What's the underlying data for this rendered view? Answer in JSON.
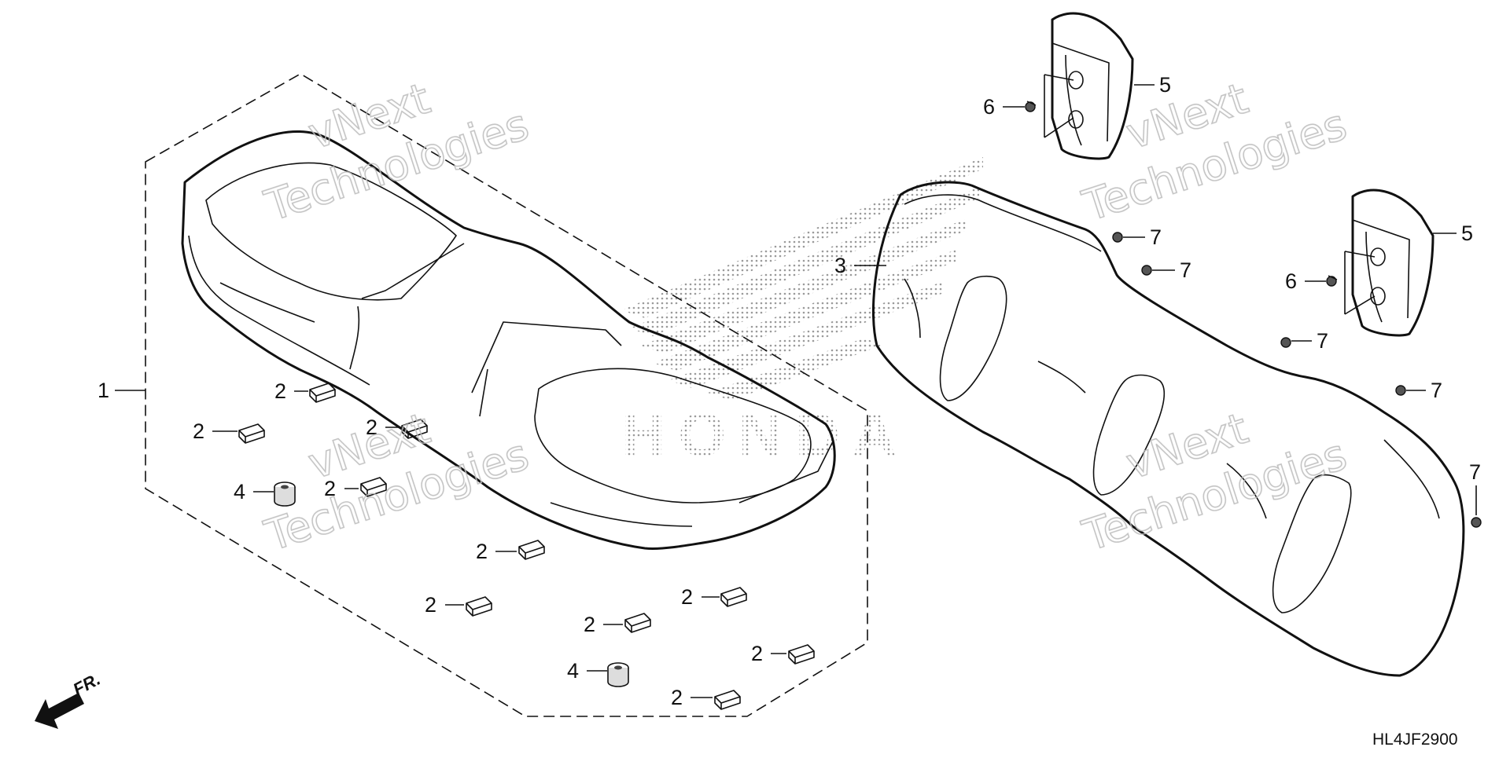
{
  "diagram_code": "HL4JF2900",
  "direction_label": "FR.",
  "watermark": {
    "line1": "vNext",
    "line2": "Technologies"
  },
  "background_logo_text": "HONDA",
  "callouts": [
    {
      "id": "c1",
      "label": "1"
    },
    {
      "id": "c2a",
      "label": "2"
    },
    {
      "id": "c2b",
      "label": "2"
    },
    {
      "id": "c2c",
      "label": "2"
    },
    {
      "id": "c2d",
      "label": "2"
    },
    {
      "id": "c2e",
      "label": "2"
    },
    {
      "id": "c2f",
      "label": "2"
    },
    {
      "id": "c2g",
      "label": "2"
    },
    {
      "id": "c2h",
      "label": "2"
    },
    {
      "id": "c2i",
      "label": "2"
    },
    {
      "id": "c2j",
      "label": "2"
    },
    {
      "id": "c3",
      "label": "3"
    },
    {
      "id": "c4a",
      "label": "4"
    },
    {
      "id": "c4b",
      "label": "4"
    },
    {
      "id": "c5a",
      "label": "5"
    },
    {
      "id": "c5b",
      "label": "5"
    },
    {
      "id": "c6a",
      "label": "6"
    },
    {
      "id": "c6b",
      "label": "6"
    },
    {
      "id": "c7a",
      "label": "7"
    },
    {
      "id": "c7b",
      "label": "7"
    },
    {
      "id": "c7c",
      "label": "7"
    },
    {
      "id": "c7d",
      "label": "7"
    },
    {
      "id": "c7e",
      "label": "7"
    }
  ]
}
